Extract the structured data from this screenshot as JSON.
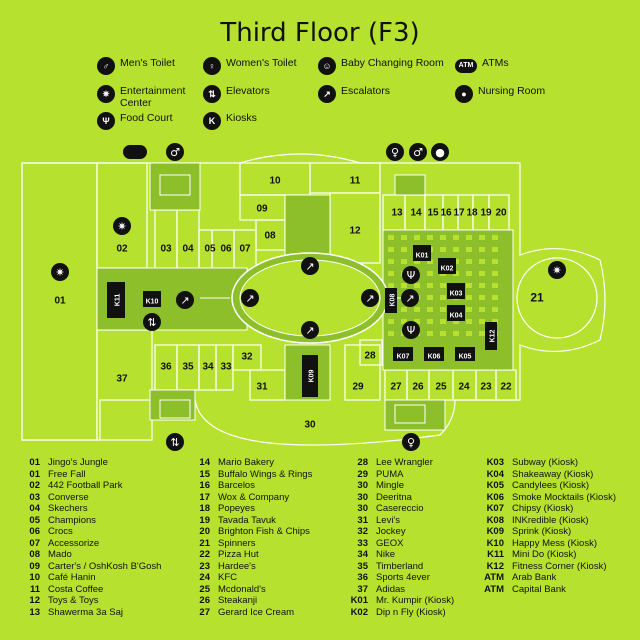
{
  "title": "Third Floor (F3)",
  "legend": [
    {
      "icon": "mens-toilet-icon",
      "glyph": "♂",
      "label": "Men's Toilet"
    },
    {
      "icon": "womens-toilet-icon",
      "glyph": "♀",
      "label": "Women's Toilet"
    },
    {
      "icon": "baby-changing-icon",
      "glyph": "☺",
      "label": "Baby Changing Room"
    },
    {
      "icon": "atm-icon",
      "glyph": "ATM",
      "label": "ATMs"
    },
    {
      "icon": "entertainment-icon",
      "glyph": "✷",
      "label": "Entertainment Center"
    },
    {
      "icon": "elevator-icon",
      "glyph": "⇅",
      "label": "Elevators"
    },
    {
      "icon": "escalator-icon",
      "glyph": "↗",
      "label": "Escalators"
    },
    {
      "icon": "nursing-room-icon",
      "glyph": "●",
      "label": "Nursing Room"
    },
    {
      "icon": "food-court-icon",
      "glyph": "Ψ",
      "label": "Food Court"
    },
    {
      "icon": "kiosk-icon",
      "glyph": "K",
      "label": "Kiosks"
    }
  ],
  "map_labels": {
    "u01": "01",
    "u02": "02",
    "u03": "03",
    "u04": "04",
    "u05": "05",
    "u06": "06",
    "u07": "07",
    "u08": "08",
    "u09": "09",
    "u10": "10",
    "u11": "11",
    "u12": "12",
    "u13": "13",
    "u14": "14",
    "u15": "15",
    "u16": "16",
    "u17": "17",
    "u18": "18",
    "u19": "19",
    "u20": "20",
    "u21": "21",
    "u22": "22",
    "u23": "23",
    "u24": "24",
    "u25": "25",
    "u26": "26",
    "u27": "27",
    "u28": "28",
    "u29": "29",
    "u30": "30",
    "u31": "31",
    "u32": "32",
    "u33": "33",
    "u34": "34",
    "u35": "35",
    "u36": "36",
    "u37": "37",
    "k01": "K01",
    "k02": "K02",
    "k03": "K03",
    "k04": "K04",
    "k05": "K05",
    "k06": "K06",
    "k07": "K07",
    "k08": "K08",
    "k09": "K09",
    "k10": "K10",
    "k11": "K11",
    "k12": "K12",
    "atm": "ATM"
  },
  "directory": [
    [
      {
        "code": "01",
        "name": "Jingo's Jungle"
      },
      {
        "code": "01",
        "name": "Free Fall"
      },
      {
        "code": "02",
        "name": "442 Football Park"
      },
      {
        "code": "03",
        "name": "Converse"
      },
      {
        "code": "04",
        "name": "Skechers"
      },
      {
        "code": "05",
        "name": "Champions"
      },
      {
        "code": "06",
        "name": "Crocs"
      },
      {
        "code": "07",
        "name": "Accessorize"
      },
      {
        "code": "08",
        "name": "Mado"
      },
      {
        "code": "09",
        "name": "Carter's / OshKosh B'Gosh"
      },
      {
        "code": "10",
        "name": "Café Hanin"
      },
      {
        "code": "11",
        "name": "Costa Coffee"
      },
      {
        "code": "12",
        "name": "Toys & Toys"
      },
      {
        "code": "13",
        "name": "Shawerma 3a Saj"
      }
    ],
    [
      {
        "code": "14",
        "name": "Mario Bakery"
      },
      {
        "code": "15",
        "name": "Buffalo Wings & Rings"
      },
      {
        "code": "16",
        "name": "Barcelos"
      },
      {
        "code": "17",
        "name": "Wox & Company"
      },
      {
        "code": "18",
        "name": "Popeyes"
      },
      {
        "code": "19",
        "name": "Tavada Tavuk"
      },
      {
        "code": "20",
        "name": "Brighton Fish & Chips"
      },
      {
        "code": "21",
        "name": "Spinners"
      },
      {
        "code": "22",
        "name": "Pizza Hut"
      },
      {
        "code": "23",
        "name": "Hardee's"
      },
      {
        "code": "24",
        "name": "KFC"
      },
      {
        "code": "25",
        "name": "Mcdonald's"
      },
      {
        "code": "26",
        "name": "Steakanji"
      },
      {
        "code": "27",
        "name": "Gerard Ice Cream"
      }
    ],
    [
      {
        "code": "28",
        "name": "Lee Wrangler"
      },
      {
        "code": "29",
        "name": "PUMA"
      },
      {
        "code": "30",
        "name": "Mingle"
      },
      {
        "code": "30",
        "name": "Deeritna"
      },
      {
        "code": "30",
        "name": "Casereccio"
      },
      {
        "code": "31",
        "name": "Levi's"
      },
      {
        "code": "32",
        "name": "Jockey"
      },
      {
        "code": "33",
        "name": "GEOX"
      },
      {
        "code": "34",
        "name": "Nike"
      },
      {
        "code": "35",
        "name": "Timberland"
      },
      {
        "code": "36",
        "name": "Sports 4ever"
      },
      {
        "code": "37",
        "name": "Adidas"
      },
      {
        "code": "K01",
        "name": "Mr. Kumpir (Kiosk)"
      },
      {
        "code": "K02",
        "name": "Dip n Fly (Kiosk)"
      }
    ],
    [
      {
        "code": "K03",
        "name": "Subway (Kiosk)"
      },
      {
        "code": "K04",
        "name": "Shakeaway (Kiosk)"
      },
      {
        "code": "K05",
        "name": "Candylees (Kiosk)"
      },
      {
        "code": "K06",
        "name": "Smoke Mocktails (Kiosk)"
      },
      {
        "code": "K07",
        "name": "Chipsy (Kiosk)"
      },
      {
        "code": "K08",
        "name": "INKredible (Kiosk)"
      },
      {
        "code": "K09",
        "name": "Sprink (Kiosk)"
      },
      {
        "code": "K10",
        "name": "Happy Mess (Kiosk)"
      },
      {
        "code": "K11",
        "name": "Mini Do (Kiosk)"
      },
      {
        "code": "K12",
        "name": "Fitness Corner (Kiosk)"
      },
      {
        "code": "ATM",
        "name": "Arab Bank"
      },
      {
        "code": "ATM",
        "name": "Capital Bank"
      }
    ]
  ]
}
